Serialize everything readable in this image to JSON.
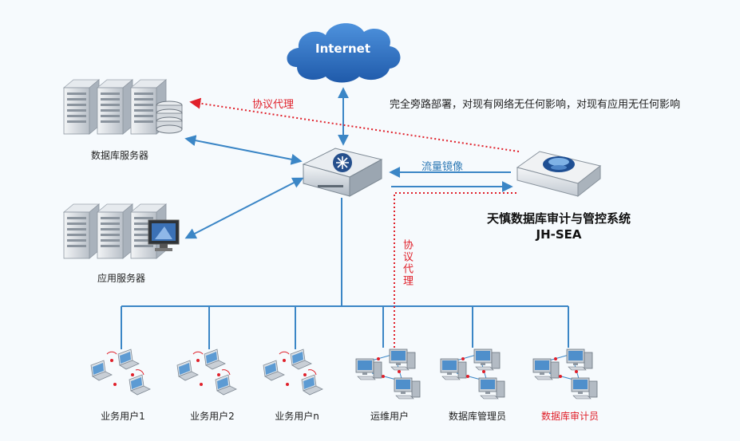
{
  "internet": "Internet",
  "db_server": "数据库服务器",
  "app_server": "应用服务器",
  "proxy_label_top": "协议代理",
  "proxy_label_vertical": "协议代理",
  "mirror_label": "流量镜像",
  "note": "完全旁路部署，对现有网络无任何影响，对现有应用无任何影响",
  "system_name": "天慎数据库审计与管控系统",
  "system_code": "JH-SEA",
  "users": [
    {
      "label": "业务用户1"
    },
    {
      "label": "业务用户2"
    },
    {
      "label": "业务用户n"
    },
    {
      "label": "运维用户"
    },
    {
      "label": "数据库管理员"
    },
    {
      "label": "数据库审计员"
    }
  ],
  "colors": {
    "link": "#3b86c6",
    "bus": "#2f7fbf",
    "proxy": "#e0202a",
    "cloud": "#2f6fc0"
  }
}
